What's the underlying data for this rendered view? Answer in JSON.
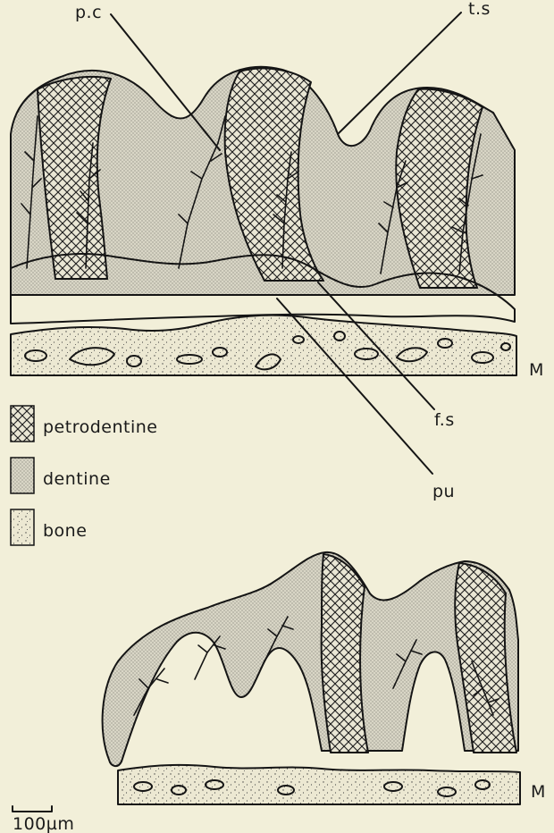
{
  "labels": {
    "pc": "p.c",
    "ts": "t.s",
    "fs": "f.s",
    "pu": "pu",
    "m_upper": "M",
    "m_lower": "M",
    "scale": "100µm"
  },
  "legend": [
    {
      "name": "petrodentine",
      "pattern": "crosshatch"
    },
    {
      "name": "dentine",
      "pattern": "fine-stipple"
    },
    {
      "name": "bone",
      "pattern": "sparse-stipple"
    }
  ],
  "colors": {
    "background": "#f2efd9",
    "ink": "#151515",
    "dentine": "#d9d6c6",
    "bone": "#ece8d2"
  }
}
